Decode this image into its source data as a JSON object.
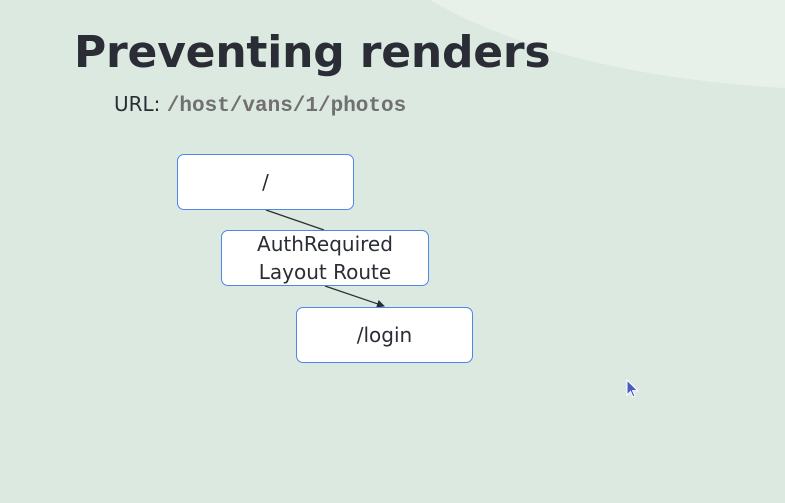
{
  "slide": {
    "title": "Preventing renders",
    "url_label": "URL:",
    "url_path": "/host/vans/1/photos"
  },
  "diagram": {
    "nodes": [
      {
        "id": "root",
        "label": "/"
      },
      {
        "id": "auth",
        "label": "AuthRequired\nLayout Route"
      },
      {
        "id": "login",
        "label": "/login"
      }
    ],
    "edges": [
      {
        "from": "root",
        "to": "auth"
      },
      {
        "from": "auth",
        "to": "login"
      }
    ]
  },
  "colors": {
    "background": "#dce9e0",
    "node_border": "#4f86e8",
    "title_text": "#2b2d36",
    "url_path_text": "#707070"
  },
  "icons": {
    "cursor": "mouse-pointer-icon"
  }
}
